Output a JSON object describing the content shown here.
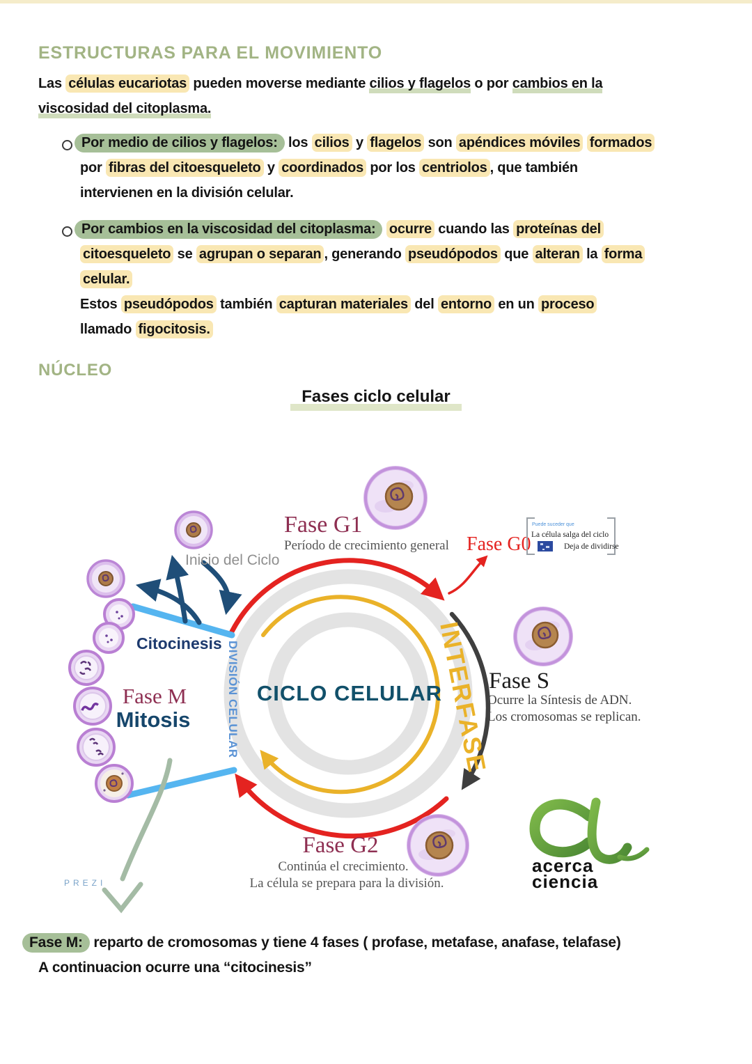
{
  "movement": {
    "title": "ESTRUCTURAS PARA EL MOVIMIENTO",
    "intro_segments": [
      {
        "t": "Las ",
        "c": ""
      },
      {
        "t": "células eucariotas",
        "c": "y"
      },
      {
        "t": " pueden moverse mediante ",
        "c": ""
      },
      {
        "t": "cilios y flagelos",
        "c": "u"
      },
      {
        "t": " o por ",
        "c": ""
      },
      {
        "t": "cambios en la",
        "c": "u"
      },
      {
        "br": true
      },
      {
        "t": "viscosidad del citoplasma.",
        "c": "u"
      }
    ],
    "bullet1_segments": [
      {
        "t": "Por medio de cilios y flagelos:",
        "c": "g"
      },
      {
        "t": "  los ",
        "c": ""
      },
      {
        "t": "cilios",
        "c": "y"
      },
      {
        "t": " y ",
        "c": ""
      },
      {
        "t": "flagelos",
        "c": "y"
      },
      {
        "t": " son ",
        "c": ""
      },
      {
        "t": "apéndices móviles",
        "c": "y"
      },
      {
        "t": " ",
        "c": ""
      },
      {
        "t": "formados",
        "c": "y"
      },
      {
        "br": true
      },
      {
        "t": "por ",
        "c": ""
      },
      {
        "t": "fibras del citoesqueleto",
        "c": "y"
      },
      {
        "t": " y ",
        "c": ""
      },
      {
        "t": "coordinados",
        "c": "y"
      },
      {
        "t": " por los ",
        "c": ""
      },
      {
        "t": "centriolos",
        "c": "y"
      },
      {
        "t": ", que también",
        "c": ""
      },
      {
        "br": true
      },
      {
        "t": "intervienen en la división celular.",
        "c": ""
      }
    ],
    "bullet2_p1_segments": [
      {
        "t": "Por cambios en la viscosidad del citoplasma:",
        "c": "g"
      },
      {
        "t": " ",
        "c": ""
      },
      {
        "t": "ocurre",
        "c": "y"
      },
      {
        "t": " cuando las ",
        "c": ""
      },
      {
        "t": "proteínas del",
        "c": "y"
      },
      {
        "br": true
      },
      {
        "t": "citoesqueleto",
        "c": "y"
      },
      {
        "t": " se ",
        "c": ""
      },
      {
        "t": "agrupan o separan",
        "c": "y"
      },
      {
        "t": ", generando ",
        "c": ""
      },
      {
        "t": "pseudópodos",
        "c": "y"
      },
      {
        "t": " que ",
        "c": ""
      },
      {
        "t": "alteran",
        "c": "y"
      },
      {
        "t": " la ",
        "c": ""
      },
      {
        "t": "forma",
        "c": "y"
      },
      {
        "br": true
      },
      {
        "t": "celular.",
        "c": "y"
      }
    ],
    "bullet2_p2_segments": [
      {
        "t": "Estos ",
        "c": ""
      },
      {
        "t": "pseudópodos",
        "c": "y"
      },
      {
        "t": " también ",
        "c": ""
      },
      {
        "t": "capturan materiales",
        "c": "y"
      },
      {
        "t": " del ",
        "c": ""
      },
      {
        "t": "entorno",
        "c": "y"
      },
      {
        "t": " en un ",
        "c": ""
      },
      {
        "t": "proceso",
        "c": "y"
      },
      {
        "br": true
      },
      {
        "t": "llamado ",
        "c": ""
      },
      {
        "t": "figocitosis.",
        "c": "y"
      }
    ]
  },
  "nucleo": {
    "title": "NÚCLEO",
    "subtitle": "Fases ciclo celular"
  },
  "diagram": {
    "center_label": "CICLO CELULAR",
    "interfase_label": "INTERFASE",
    "division_label": "DIVISIÓN CELULAR",
    "inicio_label": "Inicio del Ciclo",
    "citocinesis_label": "Citocinesis",
    "fase_g1_title": "Fase G1",
    "fase_g1_desc": "Período de crecimiento general",
    "fase_g0_title": "Fase G0",
    "fase_g0_note_header": "Puede suceder que",
    "fase_g0_note_line1": "La célula salga del ciclo",
    "fase_g0_note_line2": "Deja de dividirse",
    "fase_s_title": "Fase S",
    "fase_s_desc1": "Ocurre la Síntesis de ADN.",
    "fase_s_desc2": "Los cromosomas se replican.",
    "fase_g2_title": "Fase G2",
    "fase_g2_desc1": "Continúa el crecimiento.",
    "fase_g2_desc2": "La célula se prepara para la división.",
    "fase_m_title": "Fase M",
    "fase_m_subtitle": "Mitosis",
    "logo_line1": "acerca",
    "logo_line2": "ciencia",
    "watermark": "PREZI",
    "colors": {
      "red": "#e42320",
      "gold": "#eab229",
      "black_arc": "#3f3f3f",
      "navy": "#1f4e78",
      "navy_text": "#1d3a6e",
      "light_blue": "#55b5f0",
      "blue_text": "#5b93d5",
      "maroon": "#8e2f52",
      "teal": "#11506a",
      "mitosis_blue": "#16466b",
      "gray_text": "#8f8f8f",
      "gray_ring": "#e3e3e3",
      "logo_green": "#71ad3f",
      "sage_arrow": "#a4bba5",
      "highlight_yellow": "#f9e7b3",
      "highlight_green": "#a6bf98",
      "underline_sage": "#cfdcbb",
      "heading_green": "#a2b484"
    }
  },
  "footer": {
    "line1_segments": [
      {
        "t": "Fase M:",
        "c": "g"
      },
      {
        "t": " reparto de cromosomas y tiene 4 fases ( profase, metafase, anafase, telafase)",
        "c": ""
      }
    ],
    "line2_segments": [
      {
        "t": "A continuacion ocurre una “citocinesis”",
        "c": ""
      }
    ]
  }
}
